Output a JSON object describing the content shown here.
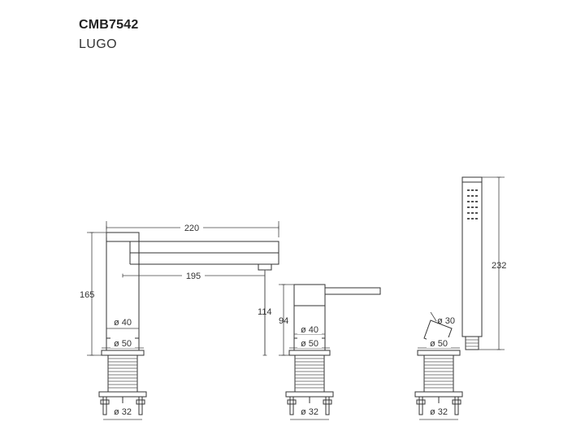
{
  "title": {
    "code": "CMB7542",
    "name": "LUGO"
  },
  "dimensions": {
    "spout_length": "220",
    "spout_reach": "195",
    "spout_height": "165",
    "spout_inner_dia": "ø 40",
    "spout_base_dia": "ø 50",
    "spout_thread_dia": "ø 32",
    "mixer_outlet_height": "114",
    "mixer_height": "94",
    "mixer_inner_dia": "ø 40",
    "mixer_base_dia": "ø 50",
    "mixer_thread_dia": "ø 32",
    "holder_head_dia": "ø 30",
    "holder_base_dia": "ø 50",
    "holder_thread_dia": "ø 32",
    "handshower_length": "232"
  }
}
